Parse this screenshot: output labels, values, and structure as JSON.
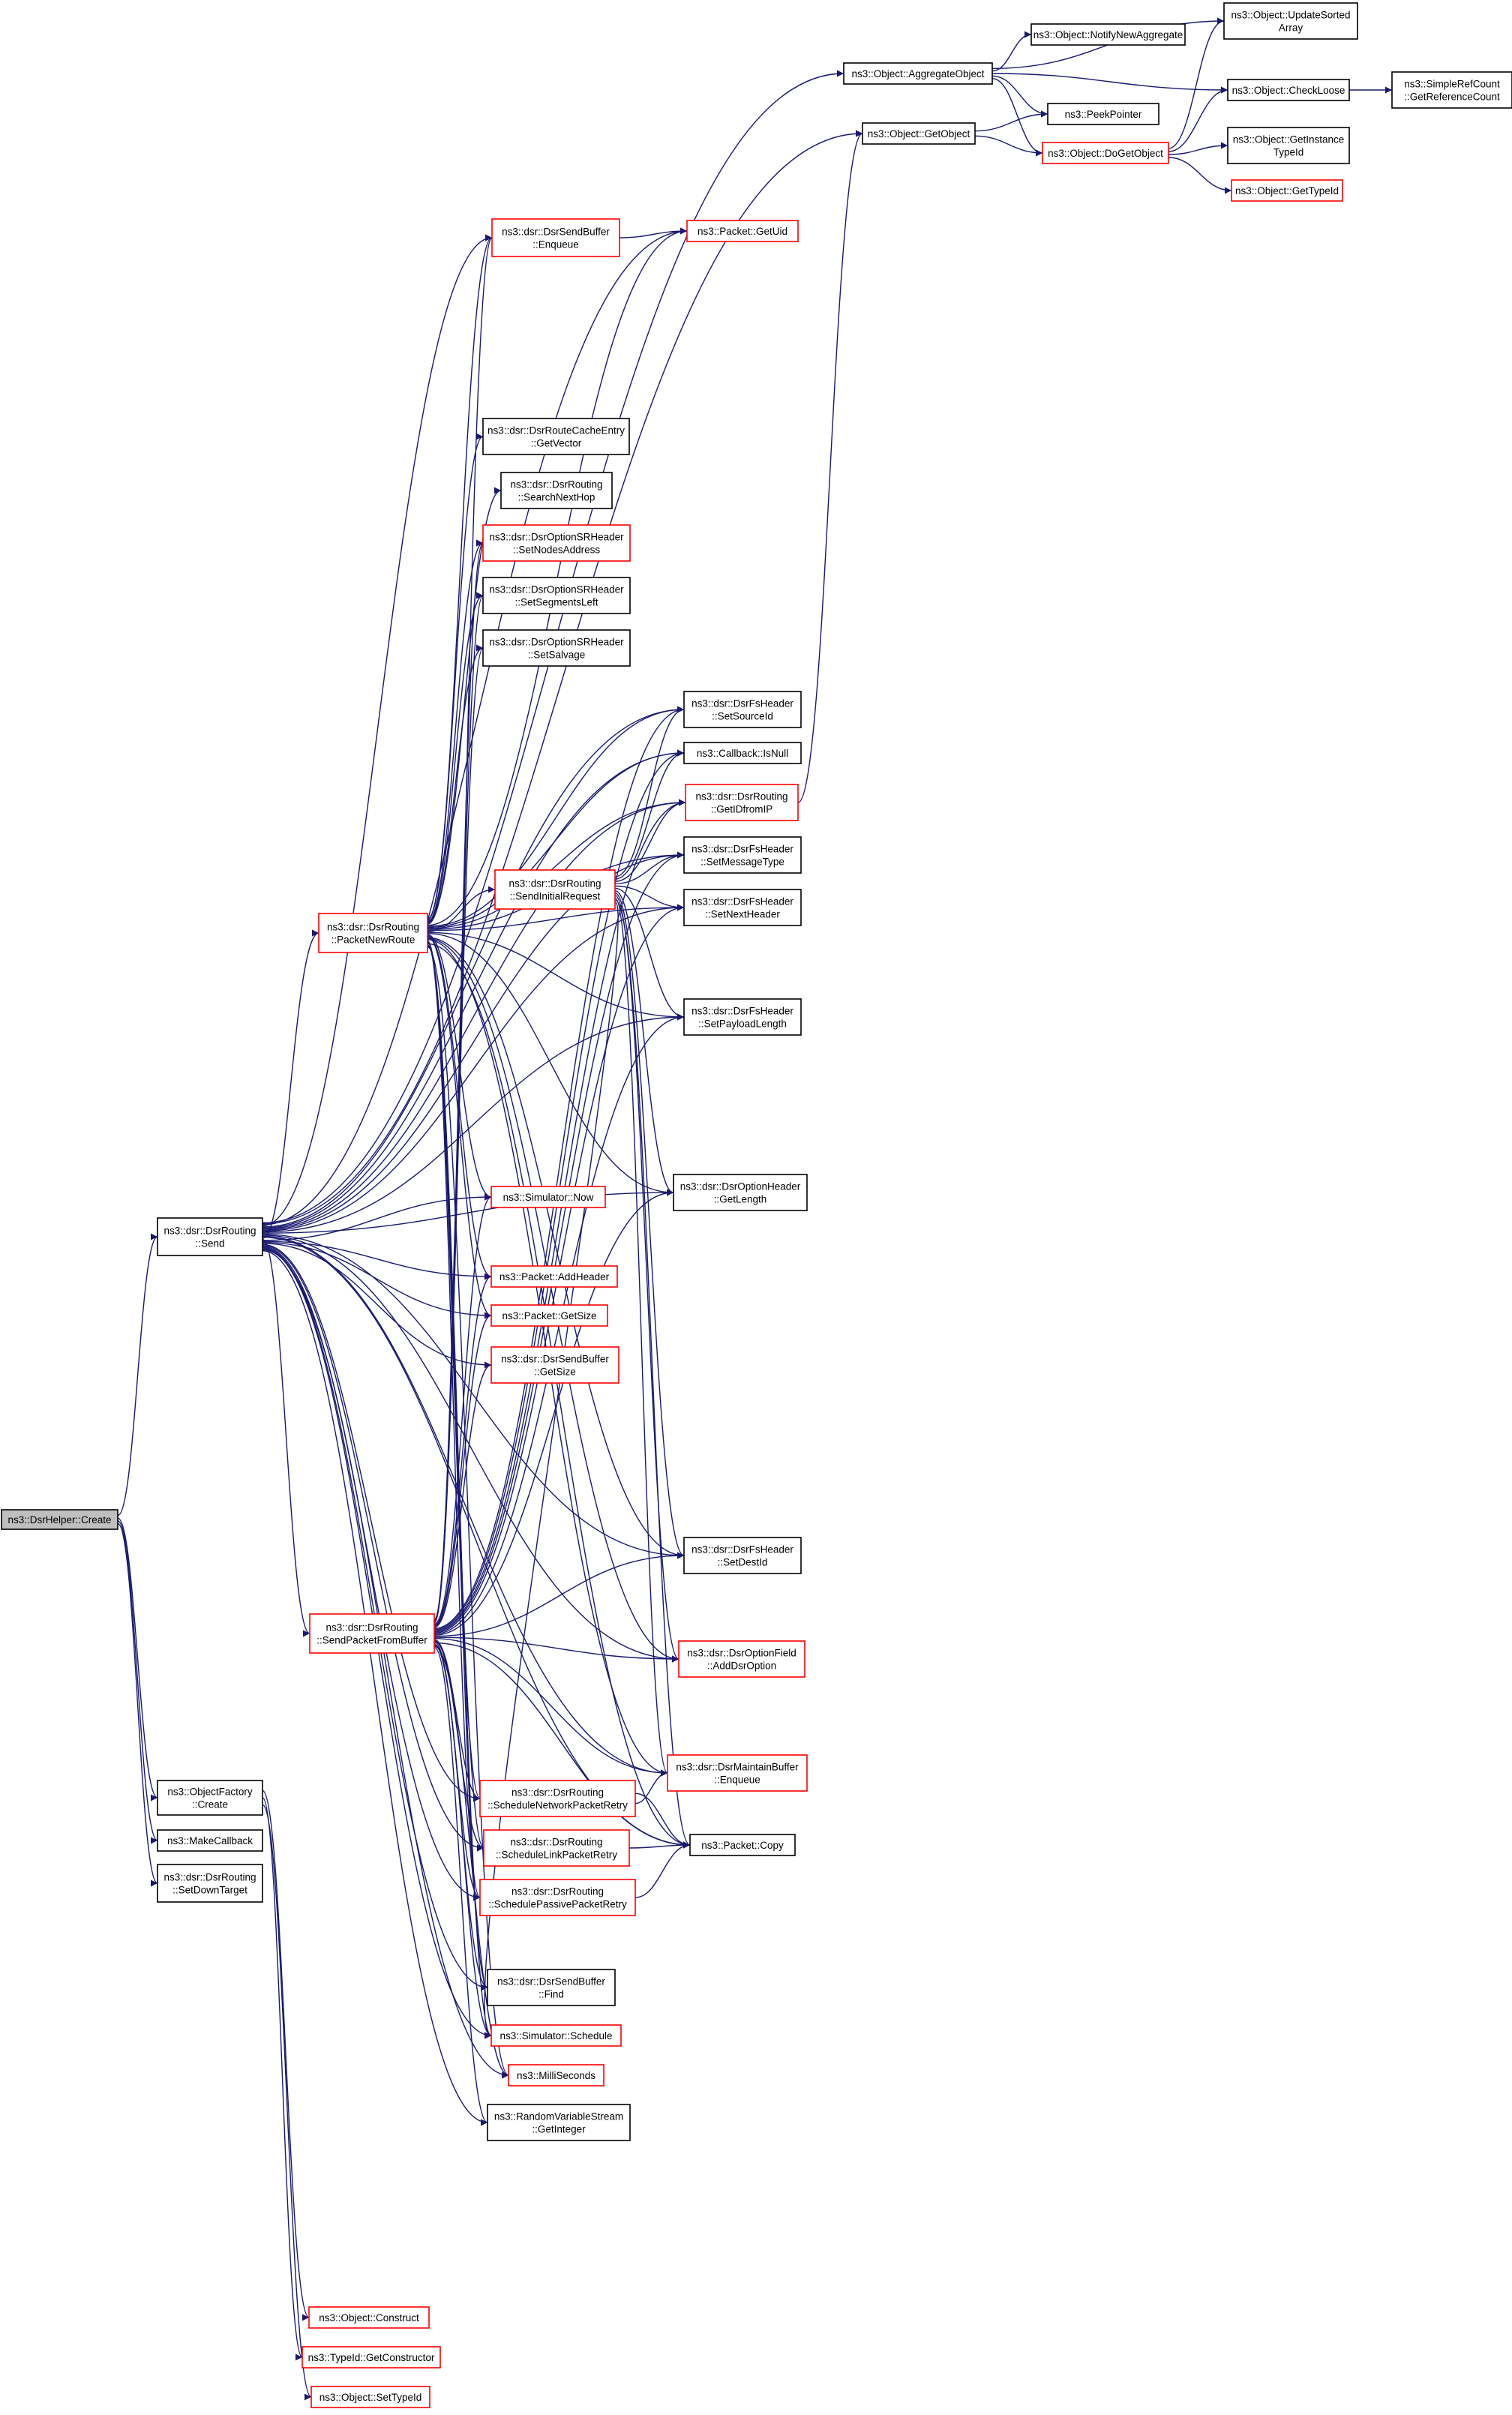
{
  "graph": {
    "colors": {
      "edge": "#191970",
      "node_fill": "#ffffff",
      "node_fill_root": "#bfbfbf",
      "border_black": "#000000",
      "border_red": "#ff0000",
      "text": "#000000"
    },
    "nodes": [
      {
        "id": "create",
        "lines": [
          "ns3::DsrHelper::Create"
        ],
        "border": "black",
        "root": true
      },
      {
        "id": "send",
        "lines": [
          "ns3::dsr::DsrRouting",
          "::Send"
        ],
        "border": "black"
      },
      {
        "id": "of_create",
        "lines": [
          "ns3::ObjectFactory",
          "::Create"
        ],
        "border": "black"
      },
      {
        "id": "makecb",
        "lines": [
          "ns3::MakeCallback"
        ],
        "border": "black"
      },
      {
        "id": "setdown",
        "lines": [
          "ns3::dsr::DsrRouting",
          "::SetDownTarget"
        ],
        "border": "black"
      },
      {
        "id": "pnr",
        "lines": [
          "ns3::dsr::DsrRouting",
          "::PacketNewRoute"
        ],
        "border": "red"
      },
      {
        "id": "spfb",
        "lines": [
          "ns3::dsr::DsrRouting",
          "::SendPacketFromBuffer"
        ],
        "border": "red"
      },
      {
        "id": "sir",
        "lines": [
          "ns3::dsr::DsrRouting",
          "::SendInitialRequest"
        ],
        "border": "red"
      },
      {
        "id": "sendbuf_enq",
        "lines": [
          "ns3::dsr::DsrSendBuffer",
          "::Enqueue"
        ],
        "border": "red"
      },
      {
        "id": "rce_getvec",
        "lines": [
          "ns3::dsr::DsrRouteCacheEntry",
          "::GetVector"
        ],
        "border": "black"
      },
      {
        "id": "searchnh",
        "lines": [
          "ns3::dsr::DsrRouting",
          "::SearchNextHop"
        ],
        "border": "black"
      },
      {
        "id": "setnodes",
        "lines": [
          "ns3::dsr::DsrOptionSRHeader",
          "::SetNodesAddress"
        ],
        "border": "red"
      },
      {
        "id": "setseg",
        "lines": [
          "ns3::dsr::DsrOptionSRHeader",
          "::SetSegmentsLeft"
        ],
        "border": "black"
      },
      {
        "id": "setsalv",
        "lines": [
          "ns3::dsr::DsrOptionSRHeader",
          "::SetSalvage"
        ],
        "border": "black"
      },
      {
        "id": "now",
        "lines": [
          "ns3::Simulator::Now"
        ],
        "border": "red"
      },
      {
        "id": "addheader",
        "lines": [
          "ns3::Packet::AddHeader"
        ],
        "border": "red"
      },
      {
        "id": "pkt_getsize",
        "lines": [
          "ns3::Packet::GetSize"
        ],
        "border": "red"
      },
      {
        "id": "sb_getsize",
        "lines": [
          "ns3::dsr::DsrSendBuffer",
          "::GetSize"
        ],
        "border": "red"
      },
      {
        "id": "snpr",
        "lines": [
          "ns3::dsr::DsrRouting",
          "::ScheduleNetworkPacketRetry"
        ],
        "border": "red"
      },
      {
        "id": "slpr",
        "lines": [
          "ns3::dsr::DsrRouting",
          "::ScheduleLinkPacketRetry"
        ],
        "border": "red"
      },
      {
        "id": "sppr",
        "lines": [
          "ns3::dsr::DsrRouting",
          "::SchedulePassivePacketRetry"
        ],
        "border": "red"
      },
      {
        "id": "sb_find",
        "lines": [
          "ns3::dsr::DsrSendBuffer",
          "::Find"
        ],
        "border": "black"
      },
      {
        "id": "schedule",
        "lines": [
          "ns3::Simulator::Schedule"
        ],
        "border": "red"
      },
      {
        "id": "ms",
        "lines": [
          "ns3::MilliSeconds"
        ],
        "border": "red"
      },
      {
        "id": "rvs",
        "lines": [
          "ns3::RandomVariableStream",
          "::GetInteger"
        ],
        "border": "black"
      },
      {
        "id": "construct",
        "lines": [
          "ns3::Object::Construct"
        ],
        "border": "red"
      },
      {
        "id": "getctor",
        "lines": [
          "ns3::TypeId::GetConstructor"
        ],
        "border": "red"
      },
      {
        "id": "settypeid",
        "lines": [
          "ns3::Object::SetTypeId"
        ],
        "border": "red"
      },
      {
        "id": "getuid",
        "lines": [
          "ns3::Packet::GetUid"
        ],
        "border": "red"
      },
      {
        "id": "setsrc",
        "lines": [
          "ns3::dsr::DsrFsHeader",
          "::SetSourceId"
        ],
        "border": "black"
      },
      {
        "id": "isnull",
        "lines": [
          "ns3::Callback::IsNull"
        ],
        "border": "black"
      },
      {
        "id": "getidip",
        "lines": [
          "ns3::dsr::DsrRouting",
          "::GetIDfromIP"
        ],
        "border": "red"
      },
      {
        "id": "setmsg",
        "lines": [
          "ns3::dsr::DsrFsHeader",
          "::SetMessageType"
        ],
        "border": "black"
      },
      {
        "id": "setnext",
        "lines": [
          "ns3::dsr::DsrFsHeader",
          "::SetNextHeader"
        ],
        "border": "black"
      },
      {
        "id": "setpay",
        "lines": [
          "ns3::dsr::DsrFsHeader",
          "::SetPayloadLength"
        ],
        "border": "black"
      },
      {
        "id": "optlen",
        "lines": [
          "ns3::dsr::DsrOptionHeader",
          "::GetLength"
        ],
        "border": "black"
      },
      {
        "id": "setdest",
        "lines": [
          "ns3::dsr::DsrFsHeader",
          "::SetDestId"
        ],
        "border": "black"
      },
      {
        "id": "adddsr",
        "lines": [
          "ns3::dsr::DsrOptionField",
          "::AddDsrOption"
        ],
        "border": "red"
      },
      {
        "id": "mb_enq",
        "lines": [
          "ns3::dsr::DsrMaintainBuffer",
          "::Enqueue"
        ],
        "border": "red"
      },
      {
        "id": "copy",
        "lines": [
          "ns3::Packet::Copy"
        ],
        "border": "black"
      },
      {
        "id": "aggr",
        "lines": [
          "ns3::Object::AggregateObject"
        ],
        "border": "black"
      },
      {
        "id": "getobj",
        "lines": [
          "ns3::Object::GetObject"
        ],
        "border": "black"
      },
      {
        "id": "notify",
        "lines": [
          "ns3::Object::NotifyNewAggregate"
        ],
        "border": "black"
      },
      {
        "id": "peek",
        "lines": [
          "ns3::PeekPointer"
        ],
        "border": "black"
      },
      {
        "id": "dogetobj",
        "lines": [
          "ns3::Object::DoGetObject"
        ],
        "border": "red"
      },
      {
        "id": "upd",
        "lines": [
          "ns3::Object::UpdateSorted",
          "Array"
        ],
        "border": "black"
      },
      {
        "id": "check",
        "lines": [
          "ns3::Object::CheckLoose"
        ],
        "border": "black"
      },
      {
        "id": "gitid",
        "lines": [
          "ns3::Object::GetInstance",
          "TypeId"
        ],
        "border": "black"
      },
      {
        "id": "gettid",
        "lines": [
          "ns3::Object::GetTypeId"
        ],
        "border": "red"
      },
      {
        "id": "refcnt",
        "lines": [
          "ns3::SimpleRefCount",
          "::GetReferenceCount"
        ],
        "border": "black"
      }
    ],
    "edges": [
      [
        "create",
        "send"
      ],
      [
        "create",
        "of_create"
      ],
      [
        "create",
        "makecb"
      ],
      [
        "create",
        "setdown"
      ],
      [
        "send",
        "aggr"
      ],
      [
        "send",
        "getobj"
      ],
      [
        "send",
        "getuid"
      ],
      [
        "send",
        "sendbuf_enq"
      ],
      [
        "send",
        "setsrc"
      ],
      [
        "send",
        "isnull"
      ],
      [
        "send",
        "getidip"
      ],
      [
        "send",
        "setmsg"
      ],
      [
        "send",
        "setnext"
      ],
      [
        "send",
        "setpay"
      ],
      [
        "send",
        "optlen"
      ],
      [
        "send",
        "setdest"
      ],
      [
        "send",
        "adddsr"
      ],
      [
        "send",
        "mb_enq"
      ],
      [
        "send",
        "copy"
      ],
      [
        "send",
        "pnr"
      ],
      [
        "send",
        "spfb"
      ],
      [
        "send",
        "now"
      ],
      [
        "send",
        "addheader"
      ],
      [
        "send",
        "pkt_getsize"
      ],
      [
        "send",
        "sb_getsize"
      ],
      [
        "send",
        "snpr"
      ],
      [
        "send",
        "slpr"
      ],
      [
        "send",
        "sppr"
      ],
      [
        "send",
        "sb_find"
      ],
      [
        "send",
        "schedule"
      ],
      [
        "send",
        "ms"
      ],
      [
        "send",
        "rvs"
      ],
      [
        "of_create",
        "construct"
      ],
      [
        "of_create",
        "getctor"
      ],
      [
        "of_create",
        "settypeid"
      ],
      [
        "pnr",
        "sendbuf_enq"
      ],
      [
        "pnr",
        "rce_getvec"
      ],
      [
        "pnr",
        "searchnh"
      ],
      [
        "pnr",
        "setnodes"
      ],
      [
        "pnr",
        "setseg"
      ],
      [
        "pnr",
        "setsalv"
      ],
      [
        "pnr",
        "getuid"
      ],
      [
        "pnr",
        "setsrc"
      ],
      [
        "pnr",
        "isnull"
      ],
      [
        "pnr",
        "getidip"
      ],
      [
        "pnr",
        "setmsg"
      ],
      [
        "pnr",
        "setnext"
      ],
      [
        "pnr",
        "sir"
      ],
      [
        "pnr",
        "setpay"
      ],
      [
        "pnr",
        "optlen"
      ],
      [
        "pnr",
        "now"
      ],
      [
        "pnr",
        "addheader"
      ],
      [
        "pnr",
        "pkt_getsize"
      ],
      [
        "pnr",
        "setdest"
      ],
      [
        "pnr",
        "adddsr"
      ],
      [
        "pnr",
        "mb_enq"
      ],
      [
        "pnr",
        "snpr"
      ],
      [
        "pnr",
        "slpr"
      ],
      [
        "pnr",
        "sppr"
      ],
      [
        "pnr",
        "copy"
      ],
      [
        "pnr",
        "sb_find"
      ],
      [
        "pnr",
        "schedule"
      ],
      [
        "pnr",
        "ms"
      ],
      [
        "sir",
        "setsrc"
      ],
      [
        "sir",
        "isnull"
      ],
      [
        "sir",
        "getidip"
      ],
      [
        "sir",
        "setmsg"
      ],
      [
        "sir",
        "setnext"
      ],
      [
        "sir",
        "setpay"
      ],
      [
        "sir",
        "optlen"
      ],
      [
        "sir",
        "setdest"
      ],
      [
        "sir",
        "adddsr"
      ],
      [
        "sir",
        "mb_enq"
      ],
      [
        "sir",
        "copy"
      ],
      [
        "sir",
        "schedule"
      ],
      [
        "spfb",
        "setseg"
      ],
      [
        "spfb",
        "setsalv"
      ],
      [
        "spfb",
        "setnodes"
      ],
      [
        "spfb",
        "sendbuf_enq"
      ],
      [
        "spfb",
        "now"
      ],
      [
        "spfb",
        "addheader"
      ],
      [
        "spfb",
        "pkt_getsize"
      ],
      [
        "spfb",
        "sb_getsize"
      ],
      [
        "spfb",
        "setsrc"
      ],
      [
        "spfb",
        "isnull"
      ],
      [
        "spfb",
        "getidip"
      ],
      [
        "spfb",
        "setmsg"
      ],
      [
        "spfb",
        "setnext"
      ],
      [
        "spfb",
        "setpay"
      ],
      [
        "spfb",
        "optlen"
      ],
      [
        "spfb",
        "setdest"
      ],
      [
        "spfb",
        "adddsr"
      ],
      [
        "spfb",
        "mb_enq"
      ],
      [
        "spfb",
        "snpr"
      ],
      [
        "spfb",
        "slpr"
      ],
      [
        "spfb",
        "sppr"
      ],
      [
        "spfb",
        "copy"
      ],
      [
        "spfb",
        "sb_find"
      ],
      [
        "spfb",
        "schedule"
      ],
      [
        "spfb",
        "ms"
      ],
      [
        "spfb",
        "rvs"
      ],
      [
        "sendbuf_enq",
        "getuid"
      ],
      [
        "getidip",
        "getobj"
      ],
      [
        "snpr",
        "copy"
      ],
      [
        "slpr",
        "copy"
      ],
      [
        "sppr",
        "copy"
      ],
      [
        "snpr",
        "mb_enq"
      ],
      [
        "aggr",
        "upd"
      ],
      [
        "aggr",
        "notify"
      ],
      [
        "aggr",
        "check"
      ],
      [
        "aggr",
        "peek"
      ],
      [
        "aggr",
        "dogetobj"
      ],
      [
        "getobj",
        "peek"
      ],
      [
        "getobj",
        "dogetobj"
      ],
      [
        "dogetobj",
        "upd"
      ],
      [
        "dogetobj",
        "check"
      ],
      [
        "dogetobj",
        "gitid"
      ],
      [
        "dogetobj",
        "gettid"
      ],
      [
        "check",
        "refcnt"
      ]
    ]
  }
}
